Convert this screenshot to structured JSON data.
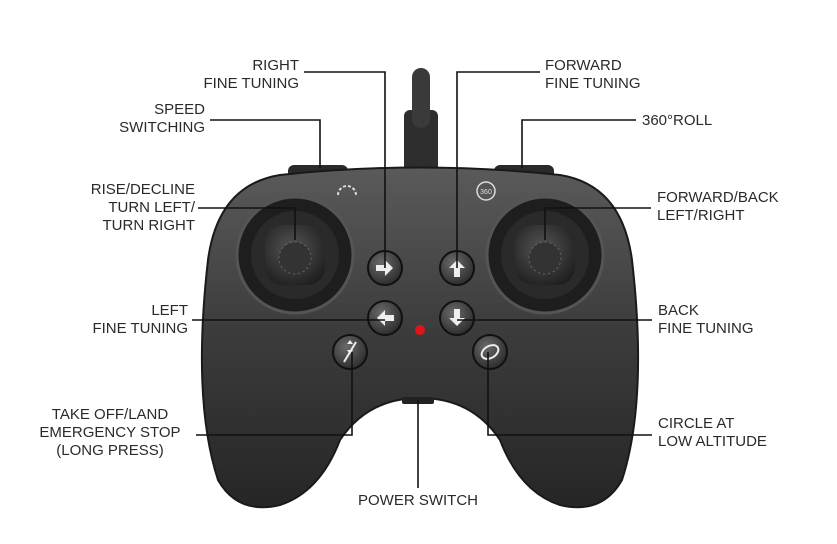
{
  "labels": {
    "right_fine_tuning": [
      "RIGHT",
      "FINE TUNING"
    ],
    "forward_fine_tuning": [
      "FORWARD",
      "FINE TUNING"
    ],
    "speed_switching": [
      "SPEED",
      "SWITCHING"
    ],
    "roll_360": [
      "360°ROLL"
    ],
    "rise_decline": [
      "RISE/DECLINE",
      "TURN LEFT/",
      "TURN RIGHT"
    ],
    "forward_back": [
      "FORWARD/BACK",
      "LEFT/RIGHT"
    ],
    "left_fine_tuning": [
      "LEFT",
      "FINE TUNING"
    ],
    "back_fine_tuning": [
      "BACK",
      "FINE TUNING"
    ],
    "takeoff_land": [
      "TAKE OFF/LAND",
      "EMERGENCY STOP",
      "(LONG PRESS)"
    ],
    "circle_low_altitude": [
      "CIRCLE AT",
      "LOW ALTITUDE"
    ],
    "power_switch": [
      "POWER SWITCH"
    ]
  },
  "icons": {
    "roll_badge": "360"
  },
  "colors": {
    "body": "#3a3a3a",
    "indicator": "#e0141b",
    "line": "#111111"
  }
}
